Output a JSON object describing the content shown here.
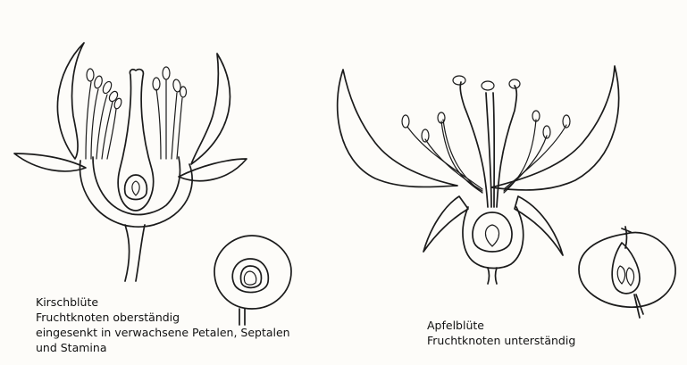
{
  "cherry": {
    "name": "Kirschblüte",
    "line2": "Fruchtknoten oberständig",
    "line3": "eingesenkt in verwachsene Petalen, Septalen",
    "line4": "und Stamina"
  },
  "apple": {
    "name": "Apfelblüte",
    "line2": "Fruchtknoten unterständig"
  }
}
